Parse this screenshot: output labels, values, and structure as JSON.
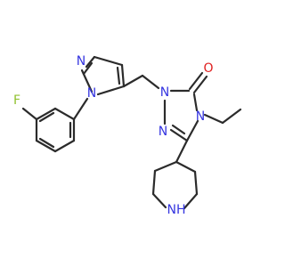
{
  "molecule": {
    "atoms": {
      "F": {
        "text": "F",
        "color": "#90c12f"
      },
      "N_pyr1": {
        "text": "N",
        "color": "#3535e0"
      },
      "N_pyr2": {
        "text": "N",
        "color": "#3535e0"
      },
      "N_tri1": {
        "text": "N",
        "color": "#3535e0"
      },
      "N_tri2": {
        "text": "N",
        "color": "#3535e0"
      },
      "N_tri4": {
        "text": "N",
        "color": "#3535e0"
      },
      "O": {
        "text": "O",
        "color": "#e02020"
      },
      "NH": {
        "text": "NH",
        "color": "#3535e0"
      }
    },
    "bond_color": "#2b2b2b"
  }
}
